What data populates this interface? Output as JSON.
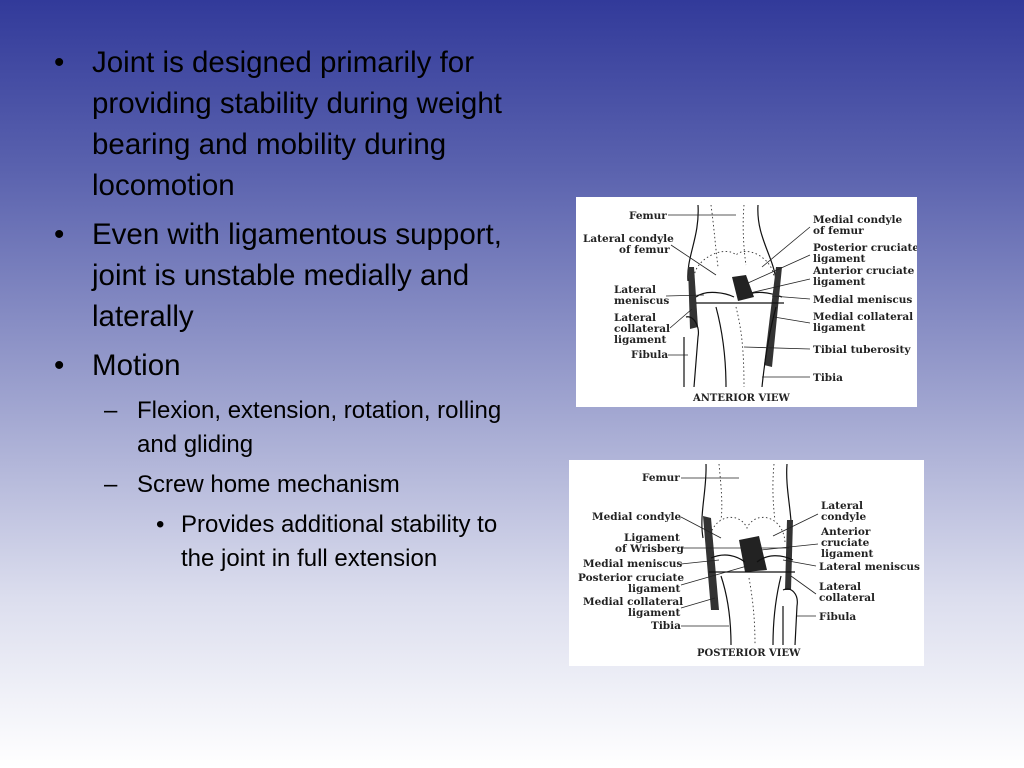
{
  "bullets": [
    {
      "text": "Joint is designed primarily for providing stability during weight bearing and mobility during locomotion"
    },
    {
      "text": "Even with ligamentous support, joint is unstable medially and laterally"
    },
    {
      "text": "Motion"
    }
  ],
  "sub_bullets": [
    {
      "text": "Flexion, extension, rotation, rolling and gliding"
    },
    {
      "text": "Screw home mechanism"
    }
  ],
  "sub_sub_bullets": [
    {
      "text": "Provides additional stability to the joint in full extension"
    }
  ],
  "anterior_view": {
    "caption": "ANTERIOR VIEW",
    "labels": {
      "femur": "Femur",
      "lateral_condyle_1": "Lateral condyle",
      "lateral_condyle_2": "of femur",
      "lateral_meniscus_1": "Lateral",
      "lateral_meniscus_2": "meniscus",
      "lateral_collateral_1": "Lateral",
      "lateral_collateral_2": "collateral",
      "lateral_collateral_3": "ligament",
      "fibula": "Fibula",
      "medial_condyle_1": "Medial condyle",
      "medial_condyle_2": "of femur",
      "posterior_cruciate_1": "Posterior cruciate",
      "posterior_cruciate_2": "ligament",
      "anterior_cruciate_1": "Anterior cruciate",
      "anterior_cruciate_2": "ligament",
      "medial_meniscus": "Medial meniscus",
      "medial_collateral_1": "Medial collateral",
      "medial_collateral_2": "ligament",
      "tibial_tuberosity": "Tibial tuberosity",
      "tibia": "Tibia"
    }
  },
  "posterior_view": {
    "caption": "POSTERIOR VIEW",
    "labels": {
      "femur": "Femur",
      "medial_condyle": "Medial condyle",
      "wrisberg_1": "Ligament",
      "wrisberg_2": "of Wrisberg",
      "medial_meniscus": "Medial meniscus",
      "posterior_cruciate_1": "Posterior cruciate",
      "posterior_cruciate_2": "ligament",
      "medial_collateral_1": "Medial collateral",
      "medial_collateral_2": "ligament",
      "tibia": "Tibia",
      "lateral_condyle_1": "Lateral",
      "lateral_condyle_2": "condyle",
      "anterior_cruciate_1": "Anterior",
      "anterior_cruciate_2": "cruciate",
      "anterior_cruciate_3": "ligament",
      "lateral_meniscus": "Lateral meniscus",
      "lateral_collateral_1": "Lateral",
      "lateral_collateral_2": "collateral",
      "fibula": "Fibula"
    }
  }
}
